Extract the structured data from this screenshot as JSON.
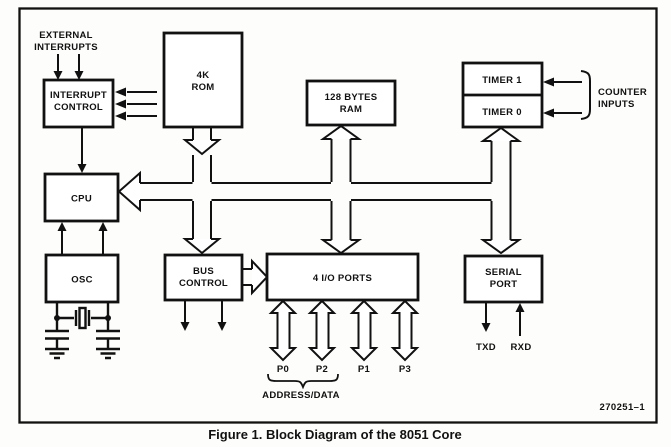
{
  "figure": {
    "caption": "Figure 1. Block Diagram of the 8051 Core",
    "doc_number": "270251–1"
  },
  "blocks": {
    "interrupt_control": [
      "INTERRUPT",
      "CONTROL"
    ],
    "rom": [
      "4K",
      "ROM"
    ],
    "ram": [
      "128 BYTES",
      "RAM"
    ],
    "timer1": "TIMER 1",
    "timer0": "TIMER 0",
    "cpu": "CPU",
    "osc": "OSC",
    "bus_control": [
      "BUS",
      "CONTROL"
    ],
    "io_ports": "4 I/O PORTS",
    "serial_port": [
      "SERIAL",
      "PORT"
    ]
  },
  "labels": {
    "external_interrupts": [
      "EXTERNAL",
      "INTERRUPTS"
    ],
    "counter_inputs": [
      "COUNTER",
      "INPUTS"
    ],
    "ports": [
      "P0",
      "P2",
      "P1",
      "P3"
    ],
    "address_data": "ADDRESS/DATA",
    "txd": "TXD",
    "rxd": "RXD"
  }
}
